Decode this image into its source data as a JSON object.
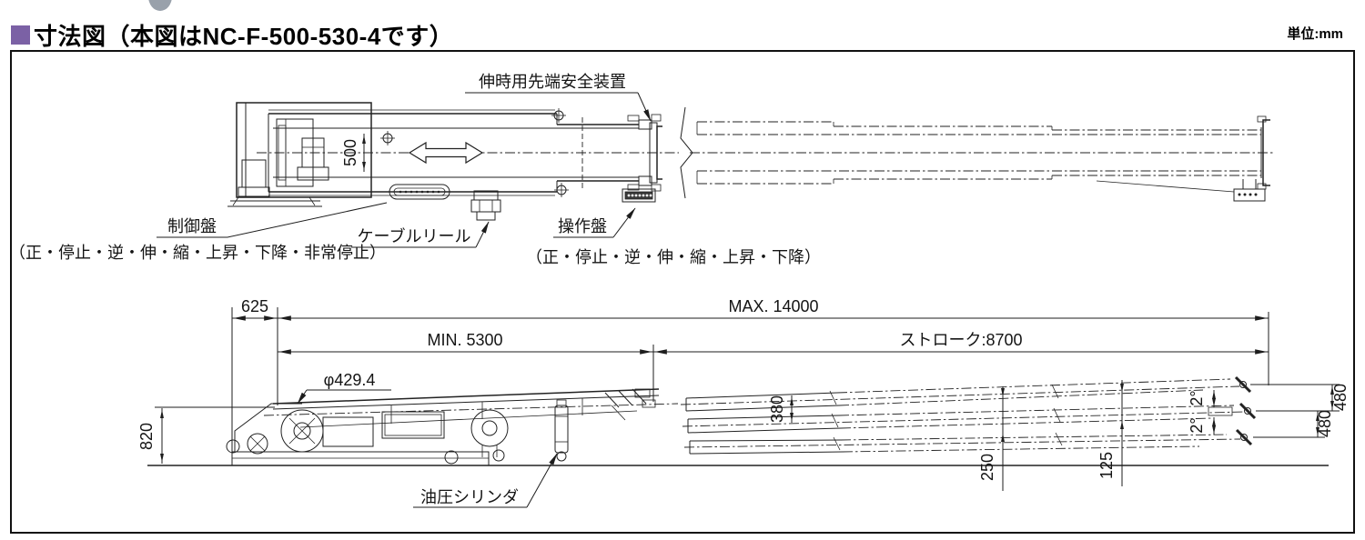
{
  "header": {
    "title": "寸法図（本図はNC-F-500-530-4です）",
    "unit_label": "単位:mm",
    "accent_color": "#7b61a5",
    "line_color": "#222222"
  },
  "top_view": {
    "tip_safety_device": "伸時用先端安全装置",
    "control_panel": "制御盤",
    "control_panel_functions": "（正・停止・逆・伸・縮・上昇・下降・非常停止）",
    "cable_reel": "ケーブルリール",
    "operation_panel": "操作盤",
    "operation_panel_functions": "（正・停止・逆・伸・縮・上昇・下降）",
    "belt_width": "500"
  },
  "side_view": {
    "hydraulic_cylinder": "油圧シリンダ",
    "rear_length": "625",
    "max_length": "MAX. 14000",
    "min_length": "MIN. 5300",
    "stroke": "ストローク:8700",
    "drum_diameter": "φ429.4",
    "height": "820",
    "boom_depth": "380",
    "dim_250": "250",
    "dim_125": "125",
    "tilt_upper": "2°",
    "tilt_lower": "2°",
    "tip_pitch_upper": "480",
    "tip_pitch_lower": "480"
  }
}
